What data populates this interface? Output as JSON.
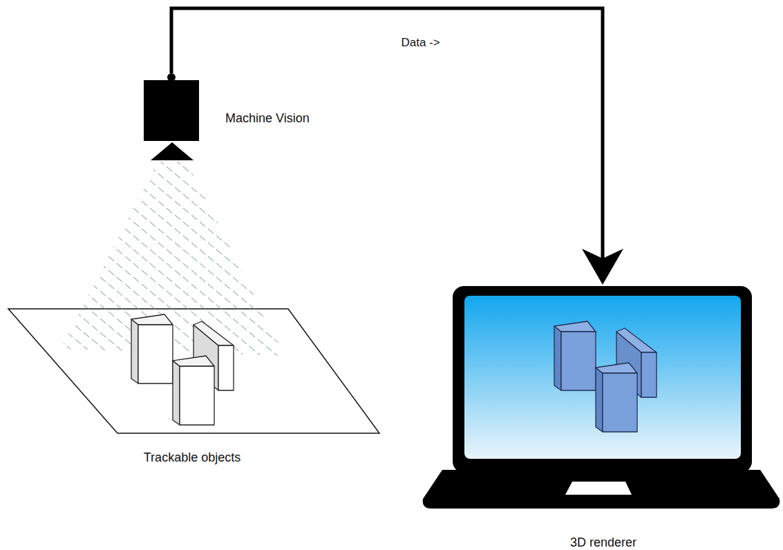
{
  "diagram": {
    "nodes": [
      {
        "text": [
          "Machine Vision"
        ]
      },
      {
        "text": [
          "Trackable objects"
        ]
      },
      {
        "text": [
          "3D renderer"
        ]
      }
    ],
    "edges": [
      {
        "from": 0,
        "to": 2,
        "label": "Data ->",
        "arrow": "to"
      }
    ]
  }
}
